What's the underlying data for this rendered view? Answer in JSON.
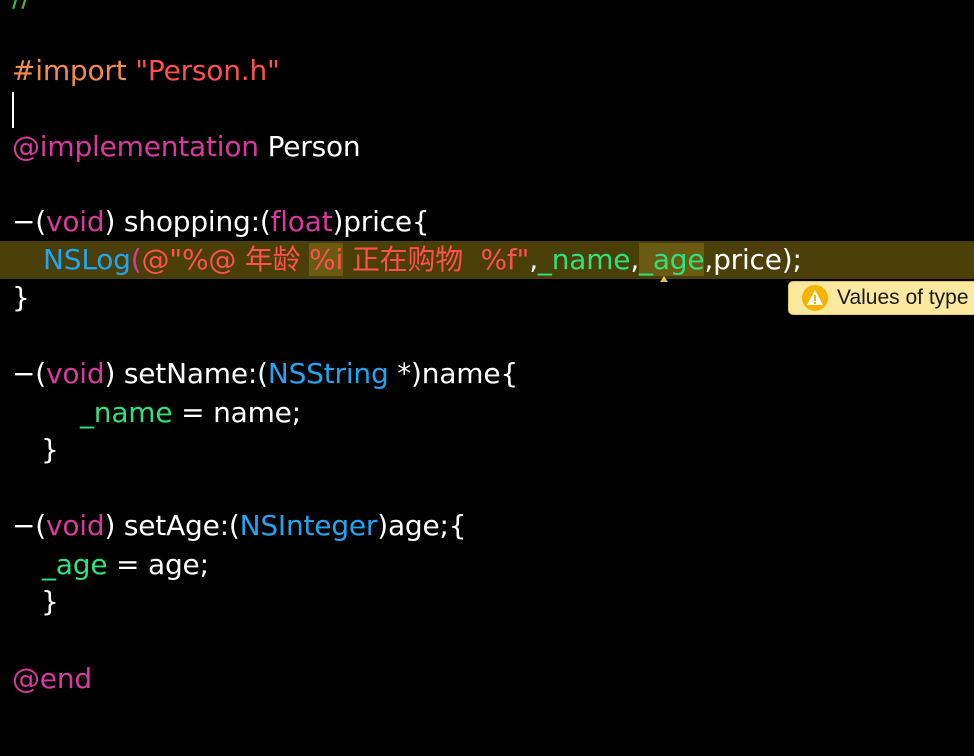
{
  "editor": {
    "top_comment": "//",
    "import_directive": "#import",
    "import_file": "\"Person.h\"",
    "implementation_keyword": "@implementation",
    "class_name": "Person",
    "end_keyword": "@end",
    "lines": {
      "shopping": {
        "minus": "−(",
        "kw": "void",
        "rest1": ") shopping:(",
        "ty": "float",
        "rest2": ")price{"
      },
      "nslog": {
        "fn": "NSLog",
        "paren": "(",
        "str_a": "@\"%@ 年龄 ",
        "str_fmt": "%i",
        "str_b": " 正在购物  %f\"",
        "comma1": ",",
        "ivar_name": "_name",
        "comma2": ",",
        "ivar_age": "_age",
        "tail": ",price);"
      },
      "close1": "}",
      "setname": {
        "minus": "−(",
        "kw": "void",
        "rest1": ") setName:(",
        "ty": "NSString",
        "rest2": " *)name{"
      },
      "assign_name": {
        "ivar": "_name",
        "rest": " = name;"
      },
      "close2": "}",
      "setage": {
        "minus": "−(",
        "kw": "void",
        "rest1": ") setAge:(",
        "ty": "NSInteger",
        "rest2": ")age;{"
      },
      "assign_age": {
        "ivar": "_age",
        "rest": " = age;"
      },
      "close3": "}"
    }
  },
  "warning": {
    "icon": "warning-triangle-icon",
    "text": "Values of type"
  },
  "colors": {
    "background": "#000000",
    "preprocessor": "#f28b4b",
    "string": "#ff4f4f",
    "keyword": "#d9399f",
    "type": "#22a5f1",
    "ivar": "#2fe07e",
    "warning_line_highlight": "#4a3f08",
    "warning_bubble": "#fde8a0"
  }
}
